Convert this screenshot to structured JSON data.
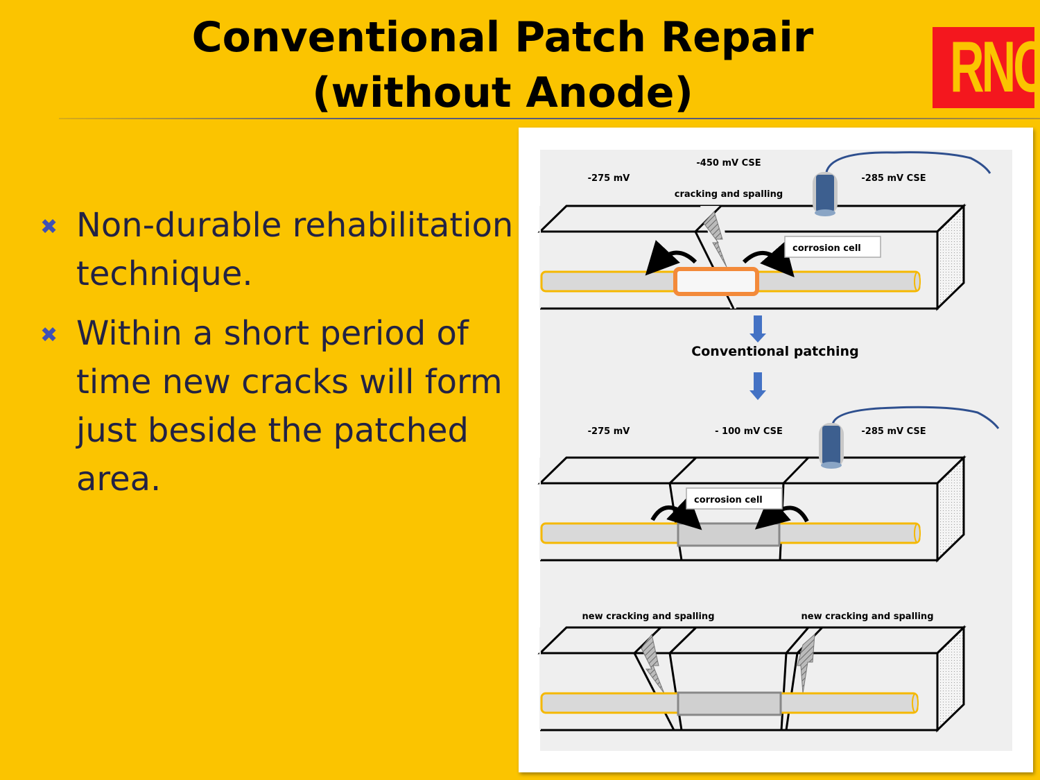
{
  "title": {
    "line1": "Conventional Patch Repair",
    "line2": "(without Anode)"
  },
  "logo": {
    "text": "RNC",
    "bg_color": "#F4171E",
    "text_color": "#FBC400"
  },
  "bullets": [
    {
      "icon": "x-mark-icon",
      "text": "Non-durable rehabilitation technique."
    },
    {
      "icon": "x-mark-icon",
      "text": "Within a short period of time new cracks will form just beside the patched area."
    }
  ],
  "bullet_marker": "✖",
  "colors": {
    "background": "#FBC400",
    "bullet_text": "#222244",
    "bullet_marker": "#3F51B5"
  },
  "figure": {
    "panel1": {
      "label_center_top": "-450 mV CSE",
      "label_left": "-275 mV",
      "label_right": "-285 mV CSE",
      "label_crack": "cracking and spalling",
      "box_label": "corrosion cell"
    },
    "step_label": "Conventional patching",
    "panel2": {
      "label_left": "-275 mV",
      "label_center": "- 100 mV CSE",
      "label_right": "-285 mV CSE",
      "box_label": "corrosion cell"
    },
    "panel3": {
      "label_left": "new cracking and spalling",
      "label_right": "new cracking and spalling"
    }
  }
}
